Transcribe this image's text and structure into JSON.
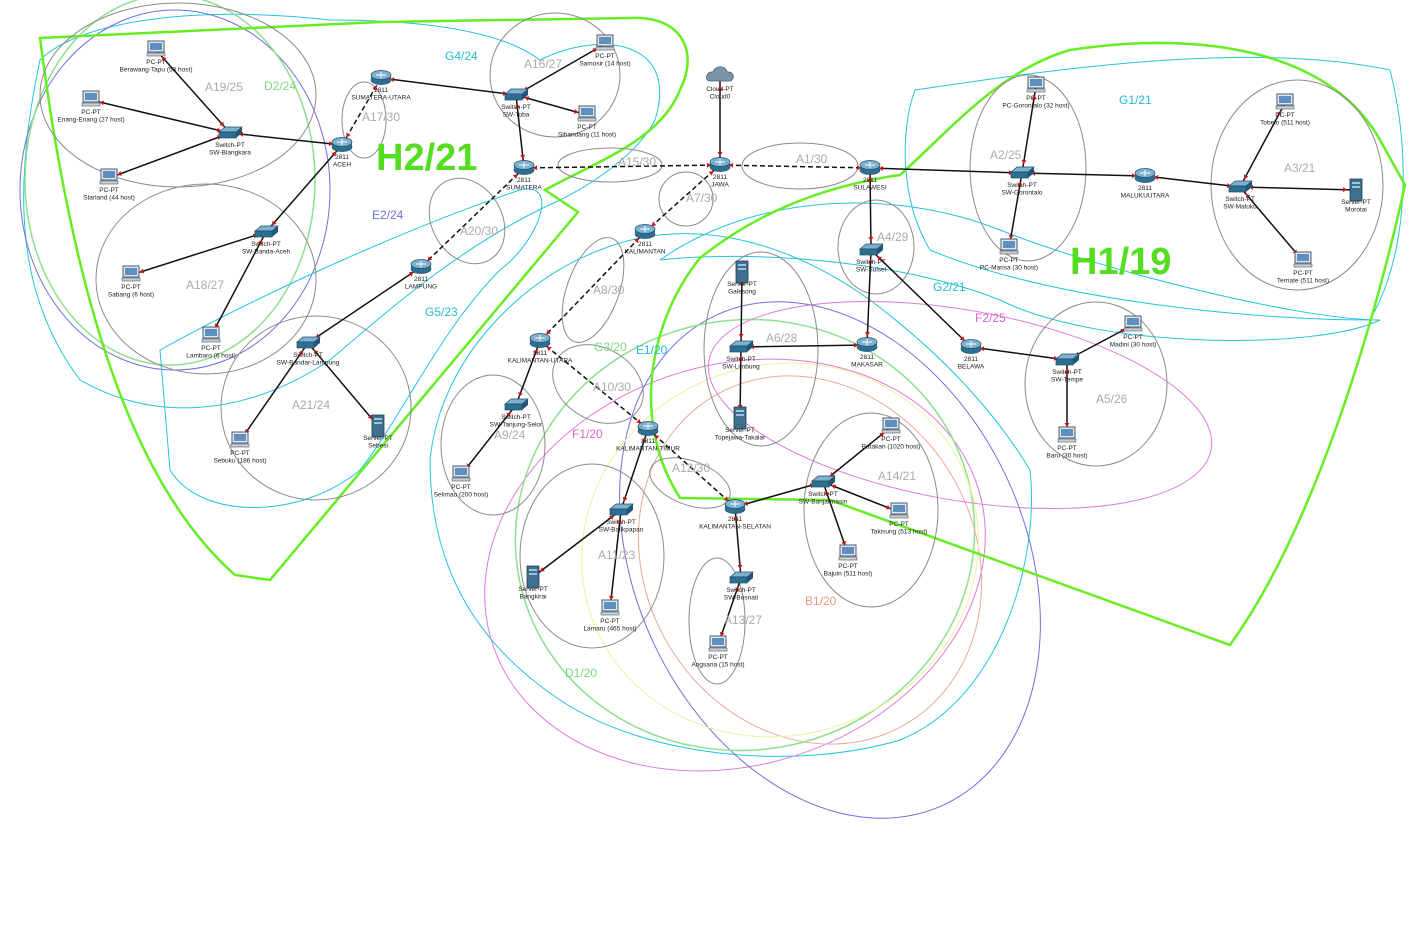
{
  "colors": {
    "big_outline": "#66ee22",
    "gray_ellipse": "#8a8a8a",
    "cyan": "#22c4dd",
    "blue": "#6f6fdd",
    "green": "#8ee08e",
    "pink": "#e07ad8",
    "salmon": "#eaa89a",
    "yellow": "#f0f0a0",
    "arrow": "#cc1111"
  },
  "big_labels": {
    "h2": "H2/21",
    "h1": "H1/19"
  },
  "network_labels": [
    {
      "text": "G4/24",
      "color": "cyan"
    },
    {
      "text": "A16/27",
      "color": "gray"
    },
    {
      "text": "A19/25",
      "color": "gray"
    },
    {
      "text": "D2/24",
      "color": "green"
    },
    {
      "text": "A17/30",
      "color": "gray"
    },
    {
      "text": "E2/24",
      "color": "blue"
    },
    {
      "text": "A20/30",
      "color": "gray"
    },
    {
      "text": "A18/27",
      "color": "gray"
    },
    {
      "text": "G5/23",
      "color": "cyan"
    },
    {
      "text": "A21/24",
      "color": "gray"
    },
    {
      "text": "A15/30",
      "color": "gray"
    },
    {
      "text": "A7/30",
      "color": "gray"
    },
    {
      "text": "A8/30",
      "color": "gray"
    },
    {
      "text": "G3/20",
      "color": "green"
    },
    {
      "text": "E1/20",
      "color": "cyan"
    },
    {
      "text": "A10/30",
      "color": "gray"
    },
    {
      "text": "A9/24",
      "color": "gray"
    },
    {
      "text": "F1/20",
      "color": "pink"
    },
    {
      "text": "A12/30",
      "color": "gray"
    },
    {
      "text": "A11/23",
      "color": "gray"
    },
    {
      "text": "A13/27",
      "color": "gray"
    },
    {
      "text": "D1/20",
      "color": "green"
    },
    {
      "text": "B1/20",
      "color": "salmon"
    },
    {
      "text": "A14/21",
      "color": "gray"
    },
    {
      "text": "A1/30",
      "color": "gray"
    },
    {
      "text": "G1/21",
      "color": "cyan"
    },
    {
      "text": "A2/25",
      "color": "gray"
    },
    {
      "text": "A3/21",
      "color": "gray"
    },
    {
      "text": "A4/29",
      "color": "gray"
    },
    {
      "text": "G2/21",
      "color": "cyan"
    },
    {
      "text": "F2/25",
      "color": "pink"
    },
    {
      "text": "A6/28",
      "color": "gray"
    },
    {
      "text": "A5/26",
      "color": "gray"
    }
  ],
  "devices": [
    {
      "id": "pc_berawang",
      "icon": "pc-icon",
      "labels": [
        "PC-PT",
        "Berawang-Tapu (53 host)"
      ]
    },
    {
      "id": "pc_enang",
      "icon": "pc-icon",
      "labels": [
        "PC-PT",
        "Enang-Enang (27 host)"
      ]
    },
    {
      "id": "pc_starland",
      "icon": "pc-icon",
      "labels": [
        "PC-PT",
        "Starland (44 host)"
      ]
    },
    {
      "id": "sw_blangkara",
      "icon": "switch-icon",
      "labels": [
        "Switch-PT",
        "SW-Blangkara"
      ]
    },
    {
      "id": "r_sumut",
      "icon": "router-icon",
      "labels": [
        "2811",
        "SUMATERA-UTARA"
      ]
    },
    {
      "id": "r_aceh",
      "icon": "router-icon",
      "labels": [
        "2811",
        "ACEH"
      ]
    },
    {
      "id": "sw_banda",
      "icon": "switch-icon",
      "labels": [
        "Switch-PT",
        "SW-Banda-Aceh"
      ]
    },
    {
      "id": "pc_sabang",
      "icon": "pc-icon",
      "labels": [
        "PC-PT",
        "Sabang (6 host)"
      ]
    },
    {
      "id": "pc_lambaro",
      "icon": "pc-icon",
      "labels": [
        "PC-PT",
        "Lambaro (6 host)"
      ]
    },
    {
      "id": "pc_samosir",
      "icon": "pc-icon",
      "labels": [
        "PC-PT",
        "Samosir (14 host)"
      ]
    },
    {
      "id": "sw_toba",
      "icon": "switch-icon",
      "labels": [
        "Switch-PT",
        "SW-Toba"
      ]
    },
    {
      "id": "pc_sibandang",
      "icon": "pc-icon",
      "labels": [
        "PC-PT",
        "Sibandang (11 host)"
      ]
    },
    {
      "id": "r_sumatera",
      "icon": "router-icon",
      "labels": [
        "2811",
        "SUMATERA"
      ]
    },
    {
      "id": "r_lampung",
      "icon": "router-icon",
      "labels": [
        "2811",
        "LAMPUNG"
      ]
    },
    {
      "id": "sw_bandarlampung",
      "icon": "switch-icon",
      "labels": [
        "Switch-PT",
        "SW-Bandar-Lampung"
      ]
    },
    {
      "id": "pc_sebuku",
      "icon": "pc-icon",
      "labels": [
        "PC-PT",
        "Sebuku (186 host)"
      ]
    },
    {
      "id": "sv_sebesi",
      "icon": "server-icon",
      "labels": [
        "Server-PT",
        "Sebesi"
      ]
    },
    {
      "id": "cloud",
      "icon": "cloud-icon",
      "labels": [
        "Cloud-PT",
        "Cloud0"
      ]
    },
    {
      "id": "r_jawa",
      "icon": "router-icon",
      "labels": [
        "2811",
        "JAWA"
      ]
    },
    {
      "id": "r_kalimantan",
      "icon": "router-icon",
      "labels": [
        "2811",
        "KALIMANTAN"
      ]
    },
    {
      "id": "r_kalut",
      "icon": "router-icon",
      "labels": [
        "2811",
        "KALIMANTAN-UTARA"
      ]
    },
    {
      "id": "sw_tanjung",
      "icon": "switch-icon",
      "labels": [
        "Switch-PT",
        "SW-Tanjung-Selor"
      ]
    },
    {
      "id": "pc_selimau",
      "icon": "pc-icon",
      "labels": [
        "PC-PT",
        "Selimau (200 host)"
      ]
    },
    {
      "id": "r_kaltim",
      "icon": "router-icon",
      "labels": [
        "2811",
        "KALIMANTAN-TIMUR"
      ]
    },
    {
      "id": "sw_balikpapan",
      "icon": "switch-icon",
      "labels": [
        "Switch-PT",
        "SW-Balikpapan"
      ]
    },
    {
      "id": "sv_bangkirai",
      "icon": "server-icon",
      "labels": [
        "Server-PT",
        "Bangkirai"
      ]
    },
    {
      "id": "pc_lamaru",
      "icon": "pc-icon",
      "labels": [
        "PC-PT",
        "Lamaru (465 host)"
      ]
    },
    {
      "id": "r_kalsel",
      "icon": "router-icon",
      "labels": [
        "2811",
        "KALIMANTAN-SELATAN"
      ]
    },
    {
      "id": "sw_bosnati",
      "icon": "switch-icon",
      "labels": [
        "Switch-PT",
        "SW-Bosnati"
      ]
    },
    {
      "id": "pc_angsana",
      "icon": "pc-icon",
      "labels": [
        "PC-PT",
        "Angsana (15 host)"
      ]
    },
    {
      "id": "sw_banjarmasin",
      "icon": "switch-icon",
      "labels": [
        "Switch-PT",
        "SW-Banjarmasin"
      ]
    },
    {
      "id": "pc_batakan",
      "icon": "pc-icon",
      "labels": [
        "PC-PT",
        "Batakan (1020 host)"
      ]
    },
    {
      "id": "pc_takisung",
      "icon": "pc-icon",
      "labels": [
        "PC-PT",
        "Takisung (513 host)"
      ]
    },
    {
      "id": "pc_bajuin",
      "icon": "pc-icon",
      "labels": [
        "PC-PT",
        "Bajuin (511 host)"
      ]
    },
    {
      "id": "sv_galesong",
      "icon": "server-icon",
      "labels": [
        "Server-PT",
        "Galesong"
      ]
    },
    {
      "id": "sw_limbung",
      "icon": "switch-icon",
      "labels": [
        "Switch-PT",
        "SW-Limbung"
      ]
    },
    {
      "id": "sv_topejawa",
      "icon": "server-icon",
      "labels": [
        "Server-PT",
        "Topejawa-Takalar"
      ]
    },
    {
      "id": "r_makasar",
      "icon": "router-icon",
      "labels": [
        "2811",
        "MAKASAR"
      ]
    },
    {
      "id": "r_sulawesi",
      "icon": "router-icon",
      "labels": [
        "2811",
        "SULAWESI"
      ]
    },
    {
      "id": "sw_sulsel",
      "icon": "switch-icon",
      "labels": [
        "Switch-PT",
        "SW-Sulsel"
      ]
    },
    {
      "id": "r_belawa",
      "icon": "router-icon",
      "labels": [
        "2811",
        "BELAWA"
      ]
    },
    {
      "id": "sw_tempe",
      "icon": "switch-icon",
      "labels": [
        "Switch-PT",
        "SW-Tempe"
      ]
    },
    {
      "id": "pc_madini",
      "icon": "pc-icon",
      "labels": [
        "PC-PT",
        "Madini (30 host)"
      ]
    },
    {
      "id": "pc_baru",
      "icon": "pc-icon",
      "labels": [
        "PC-PT",
        "Baru (30 host)"
      ]
    },
    {
      "id": "pc_gorontalo",
      "icon": "pc-icon",
      "labels": [
        "PC-PT",
        "PC-Gorontalo (32 host)"
      ]
    },
    {
      "id": "sw_gorontalo",
      "icon": "switch-icon",
      "labels": [
        "Switch-PT",
        "SW-Gorontalo"
      ]
    },
    {
      "id": "pc_marisa",
      "icon": "pc-icon",
      "labels": [
        "PC-PT",
        "PC-Marisa (30 host)"
      ]
    },
    {
      "id": "r_malut",
      "icon": "router-icon",
      "labels": [
        "2811",
        "MALUKUUTARA"
      ]
    },
    {
      "id": "sw_maluku",
      "icon": "switch-icon",
      "labels": [
        "Switch-PT",
        "SW-Maluku"
      ]
    },
    {
      "id": "pc_tobelo",
      "icon": "pc-icon",
      "labels": [
        "PC-PT",
        "Tobelo (511 host)"
      ]
    },
    {
      "id": "sv_morotai",
      "icon": "server-icon",
      "labels": [
        "Server-PT",
        "Morotai"
      ]
    },
    {
      "id": "pc_ternate",
      "icon": "pc-icon",
      "labels": [
        "PC-PT",
        "Ternate (511 host)"
      ]
    }
  ],
  "links": [
    {
      "from": "pc_berawang",
      "to": "sw_blangkara",
      "type": "solid"
    },
    {
      "from": "pc_enang",
      "to": "sw_blangkara",
      "type": "solid"
    },
    {
      "from": "pc_starland",
      "to": "sw_blangkara",
      "type": "solid"
    },
    {
      "from": "sw_blangkara",
      "to": "r_aceh",
      "type": "solid"
    },
    {
      "from": "r_aceh",
      "to": "r_sumut",
      "type": "dashed"
    },
    {
      "from": "r_aceh",
      "to": "sw_banda",
      "type": "solid"
    },
    {
      "from": "sw_banda",
      "to": "pc_sabang",
      "type": "solid"
    },
    {
      "from": "sw_banda",
      "to": "pc_lambaro",
      "type": "solid"
    },
    {
      "from": "r_sumut",
      "to": "sw_toba",
      "type": "solid"
    },
    {
      "from": "pc_samosir",
      "to": "sw_toba",
      "type": "solid"
    },
    {
      "from": "pc_sibandang",
      "to": "sw_toba",
      "type": "solid"
    },
    {
      "from": "sw_toba",
      "to": "r_sumatera",
      "type": "solid"
    },
    {
      "from": "r_sumatera",
      "to": "r_lampung",
      "type": "dashed"
    },
    {
      "from": "r_sumatera",
      "to": "r_jawa",
      "type": "dashed"
    },
    {
      "from": "r_lampung",
      "to": "sw_bandarlampung",
      "type": "solid"
    },
    {
      "from": "sw_bandarlampung",
      "to": "pc_sebuku",
      "type": "solid"
    },
    {
      "from": "sw_bandarlampung",
      "to": "sv_sebesi",
      "type": "solid"
    },
    {
      "from": "cloud",
      "to": "r_jawa",
      "type": "solid"
    },
    {
      "from": "r_jawa",
      "to": "r_kalimantan",
      "type": "dashed"
    },
    {
      "from": "r_jawa",
      "to": "r_sulawesi",
      "type": "dashed"
    },
    {
      "from": "r_kalimantan",
      "to": "r_kalut",
      "type": "dashed"
    },
    {
      "from": "r_kalut",
      "to": "sw_tanjung",
      "type": "solid"
    },
    {
      "from": "sw_tanjung",
      "to": "pc_selimau",
      "type": "solid"
    },
    {
      "from": "r_kalut",
      "to": "r_kaltim",
      "type": "dashed"
    },
    {
      "from": "r_kaltim",
      "to": "sw_balikpapan",
      "type": "solid"
    },
    {
      "from": "sw_balikpapan",
      "to": "sv_bangkirai",
      "type": "solid"
    },
    {
      "from": "sw_balikpapan",
      "to": "pc_lamaru",
      "type": "solid"
    },
    {
      "from": "r_kaltim",
      "to": "r_kalsel",
      "type": "dashed"
    },
    {
      "from": "r_kalsel",
      "to": "sw_bosnati",
      "type": "solid"
    },
    {
      "from": "sw_bosnati",
      "to": "pc_angsana",
      "type": "solid"
    },
    {
      "from": "r_kalsel",
      "to": "sw_banjarmasin",
      "type": "solid"
    },
    {
      "from": "sw_banjarmasin",
      "to": "pc_batakan",
      "type": "solid"
    },
    {
      "from": "sw_banjarmasin",
      "to": "pc_takisung",
      "type": "solid"
    },
    {
      "from": "sw_banjarmasin",
      "to": "pc_bajuin",
      "type": "solid"
    },
    {
      "from": "r_sulawesi",
      "to": "sw_gorontalo",
      "type": "solid"
    },
    {
      "from": "r_sulawesi",
      "to": "sw_sulsel",
      "type": "solid"
    },
    {
      "from": "sw_sulsel",
      "to": "r_makasar",
      "type": "solid"
    },
    {
      "from": "sw_sulsel",
      "to": "r_belawa",
      "type": "solid"
    },
    {
      "from": "r_makasar",
      "to": "sw_limbung",
      "type": "solid"
    },
    {
      "from": "sw_limbung",
      "to": "sv_galesong",
      "type": "solid"
    },
    {
      "from": "sw_limbung",
      "to": "sv_topejawa",
      "type": "solid"
    },
    {
      "from": "r_belawa",
      "to": "sw_tempe",
      "type": "solid"
    },
    {
      "from": "sw_tempe",
      "to": "pc_madini",
      "type": "solid"
    },
    {
      "from": "sw_tempe",
      "to": "pc_baru",
      "type": "solid"
    },
    {
      "from": "sw_gorontalo",
      "to": "pc_gorontalo",
      "type": "solid"
    },
    {
      "from": "sw_gorontalo",
      "to": "pc_marisa",
      "type": "solid"
    },
    {
      "from": "sw_gorontalo",
      "to": "r_malut",
      "type": "solid"
    },
    {
      "from": "r_malut",
      "to": "sw_maluku",
      "type": "solid"
    },
    {
      "from": "sw_maluku",
      "to": "pc_tobelo",
      "type": "solid"
    },
    {
      "from": "sw_maluku",
      "to": "sv_morotai",
      "type": "solid"
    },
    {
      "from": "sw_maluku",
      "to": "pc_ternate",
      "type": "solid"
    }
  ]
}
